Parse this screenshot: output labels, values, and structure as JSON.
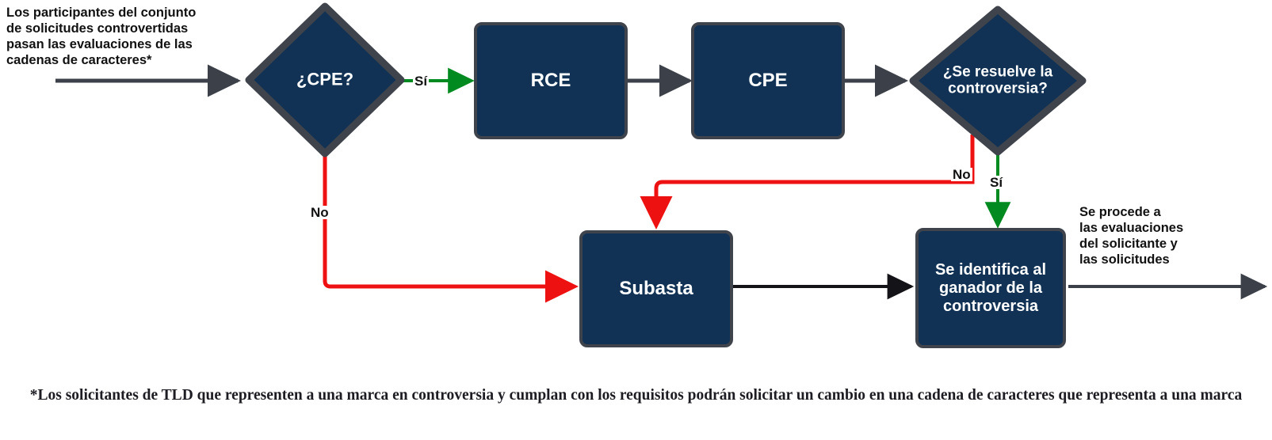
{
  "diagram": {
    "title_text": "Los participantes del conjunto de solicitudes controvertidas pasan las evaluaciones de las cadenas de caracteres*",
    "colors": {
      "node_fill": "#113254",
      "node_border": "#3f444c",
      "flow_black": "#3b4049",
      "flow_black_dark": "#111111",
      "flow_red": "#ee1111",
      "flow_green": "#008a20",
      "text_light": "#ffffff",
      "text_dark": "#111111",
      "background": "#ffffff"
    }
  },
  "captions": {
    "intro": "Los participantes del conjunto\nde solicitudes controvertidas\npasan las evaluaciones de las\ncadenas de caracteres*",
    "outcome": "Se procede a\nlas  evaluaciones\ndel solicitante y\nlas solicitudes",
    "footnote": "*Los solicitantes de TLD que representen a una marca en controversia y cumplan con los requisitos podrán solicitar un\ncambio en una cadena de caracteres que representa a una marca"
  },
  "nodes": {
    "decision_cpe": {
      "label": "¿CPE?",
      "shape": "diamond"
    },
    "process_rce": {
      "label": "RCE",
      "shape": "rounded-rect"
    },
    "process_cpe": {
      "label": "CPE",
      "shape": "rounded-rect"
    },
    "decision_resolve": {
      "label": "¿Se resuelve la controversia?",
      "shape": "diamond"
    },
    "process_auction": {
      "label": "Subasta",
      "shape": "rounded-rect"
    },
    "process_winner": {
      "label": "Se identifica al ganador de la controversia",
      "shape": "rounded-rect"
    }
  },
  "edge_labels": {
    "cpe_yes": "Sí",
    "cpe_no": "No",
    "resolve_no": "No",
    "resolve_yes": "Sí"
  }
}
